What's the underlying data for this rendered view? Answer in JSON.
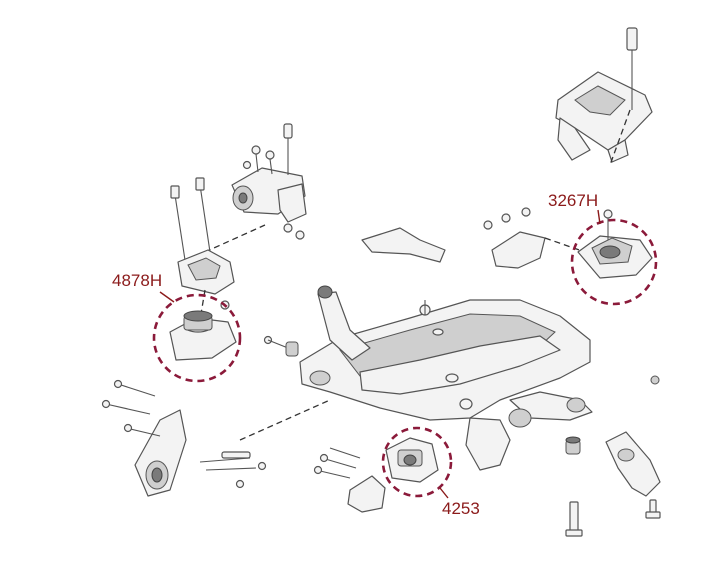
{
  "diagram": {
    "callouts": [
      {
        "id": "left-mount",
        "label": "4878H"
      },
      {
        "id": "right-mount",
        "label": "3267H"
      },
      {
        "id": "rear-mount",
        "label": "4253"
      }
    ],
    "colors": {
      "callout_text": "#8b1a1a",
      "dashed_circle": "#8b1a3a",
      "line_art": "#555555",
      "part_fill": "#f3f3f3",
      "part_shade": "#cfcfcf"
    }
  }
}
